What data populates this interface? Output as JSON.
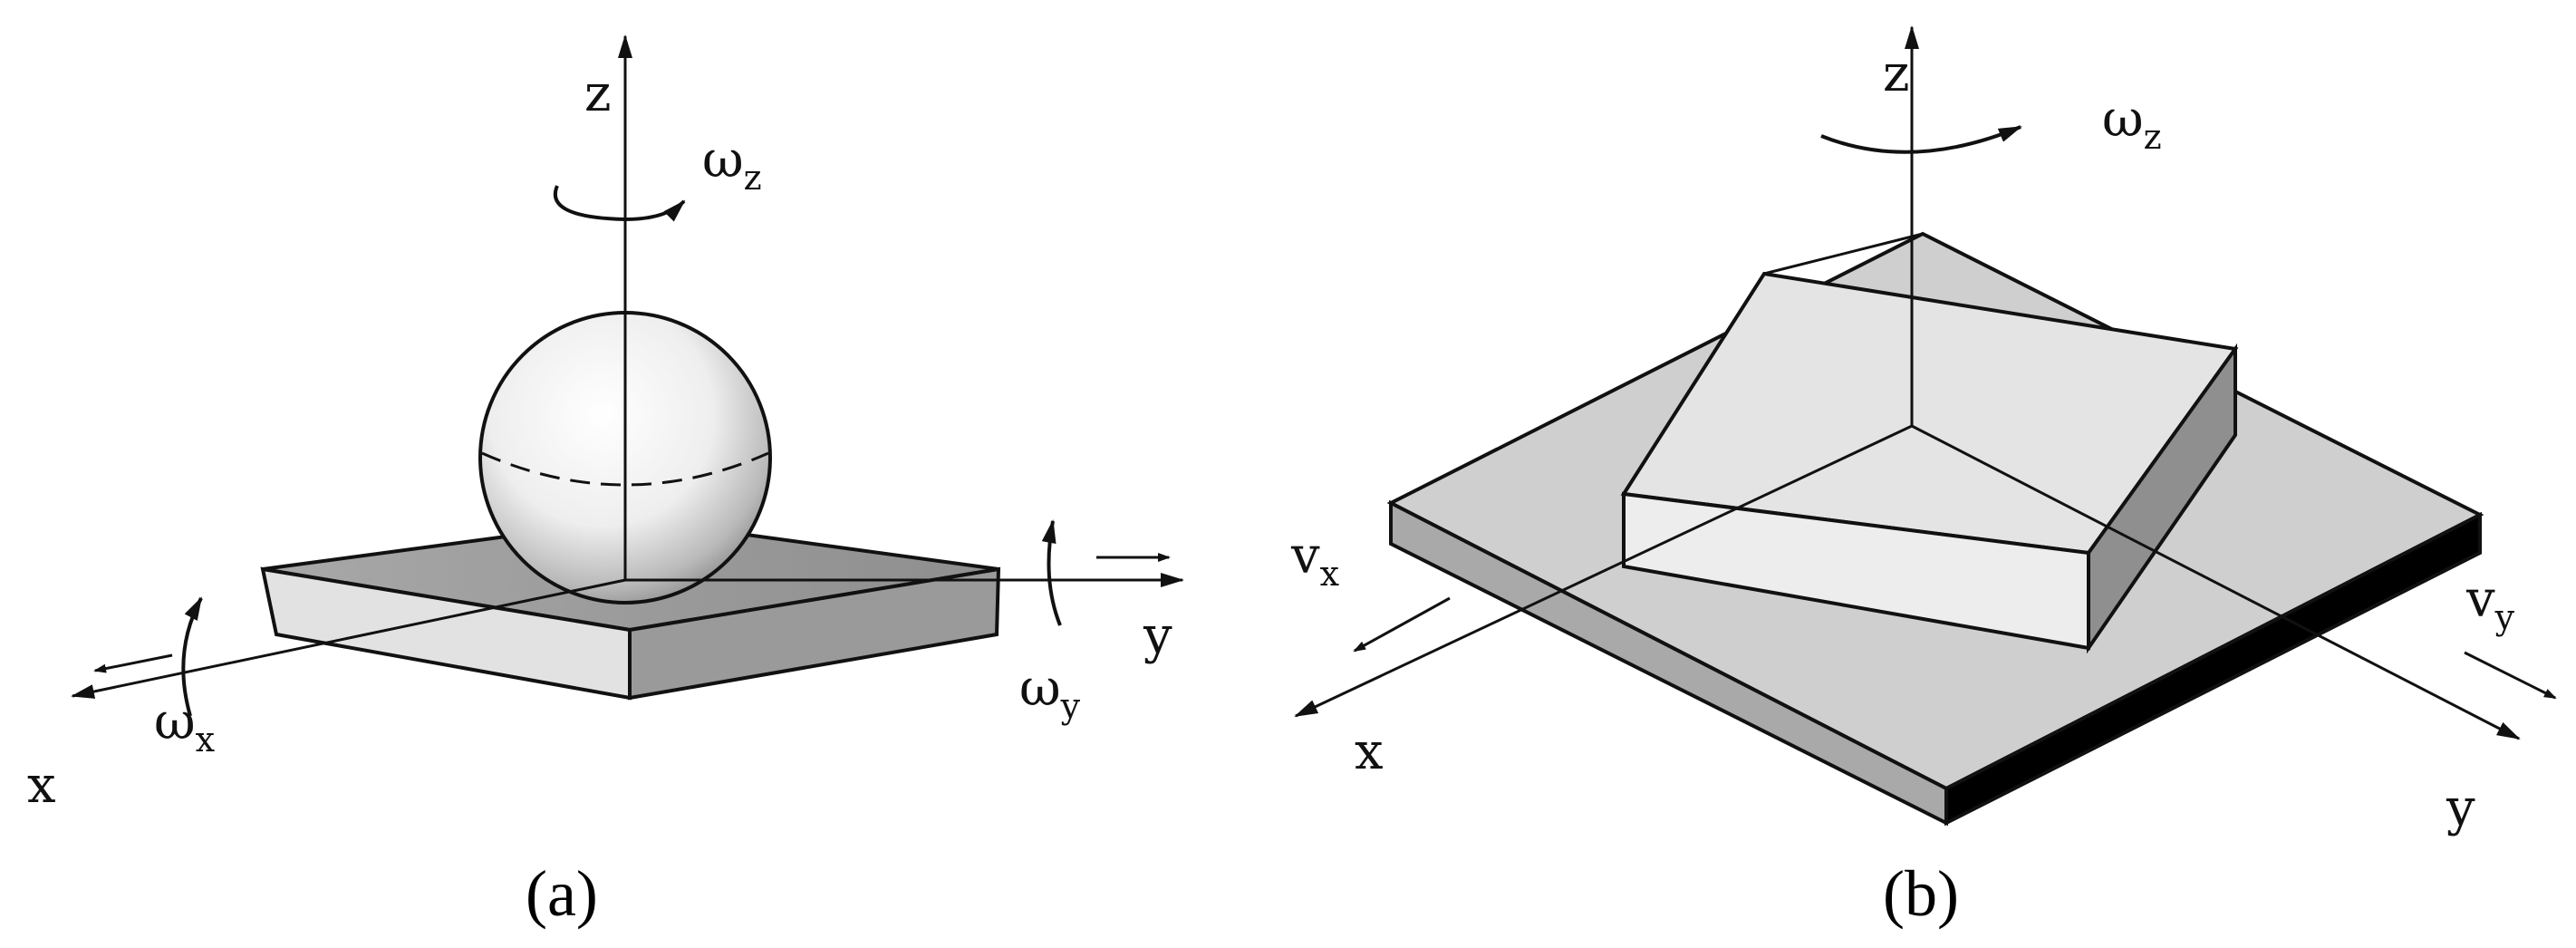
{
  "panel_a": {
    "caption": "(a)",
    "labels": {
      "z": "z",
      "y": "y",
      "x": "x",
      "omega_z": "ω",
      "omega_z_sub": "z",
      "omega_y": "ω",
      "omega_y_sub": "y",
      "omega_x": "ω",
      "omega_x_sub": "x"
    }
  },
  "panel_b": {
    "caption": "(b)",
    "labels": {
      "z": "z",
      "y": "y",
      "x": "x",
      "omega_z": "ω",
      "omega_z_sub": "z",
      "v_x": "v",
      "v_x_sub": "x",
      "v_y": "v",
      "v_y_sub": "y"
    }
  },
  "colors": {
    "stroke": "#111111",
    "light_gray": "#e8e8e8",
    "mid_gray": "#c8c8c8",
    "dark_gray": "#8a8a8a",
    "black": "#000000"
  }
}
